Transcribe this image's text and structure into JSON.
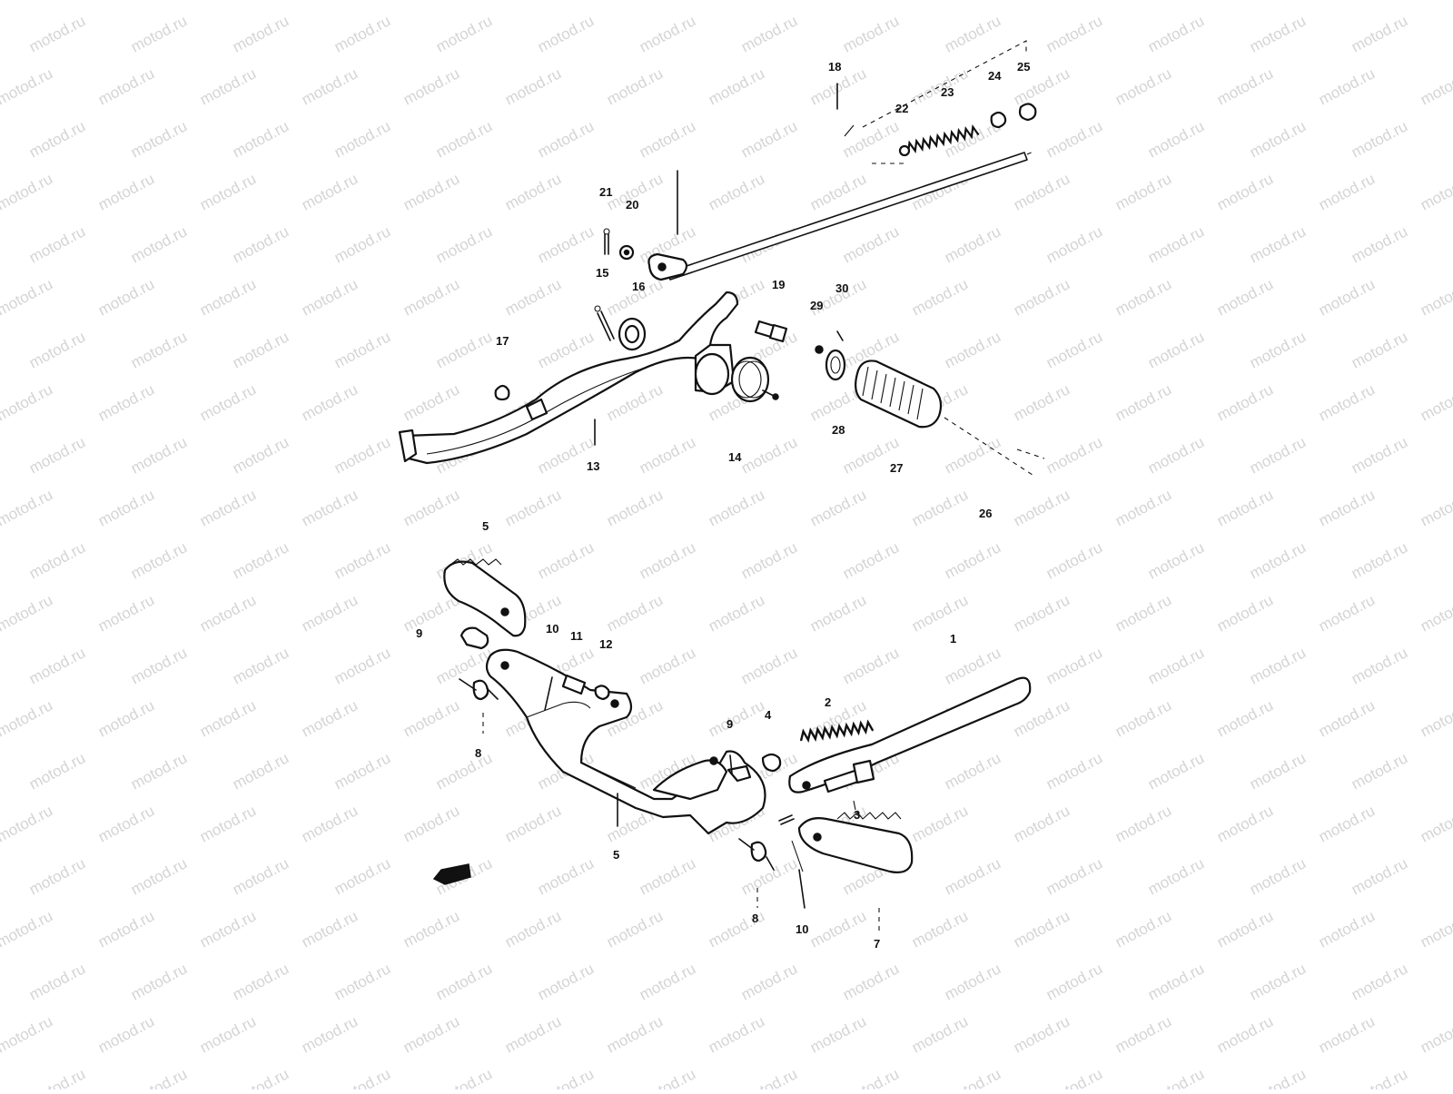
{
  "diagram": {
    "watermark": "motod.ru",
    "callouts": [
      "1",
      "2",
      "3",
      "4",
      "5",
      "5",
      "7",
      "8",
      "8",
      "9",
      "9",
      "10",
      "10",
      "11",
      "12",
      "13",
      "14",
      "15",
      "16",
      "17",
      "18",
      "19",
      "20",
      "21",
      "22",
      "23",
      "24",
      "25",
      "26",
      "27",
      "28",
      "29",
      "30"
    ]
  }
}
